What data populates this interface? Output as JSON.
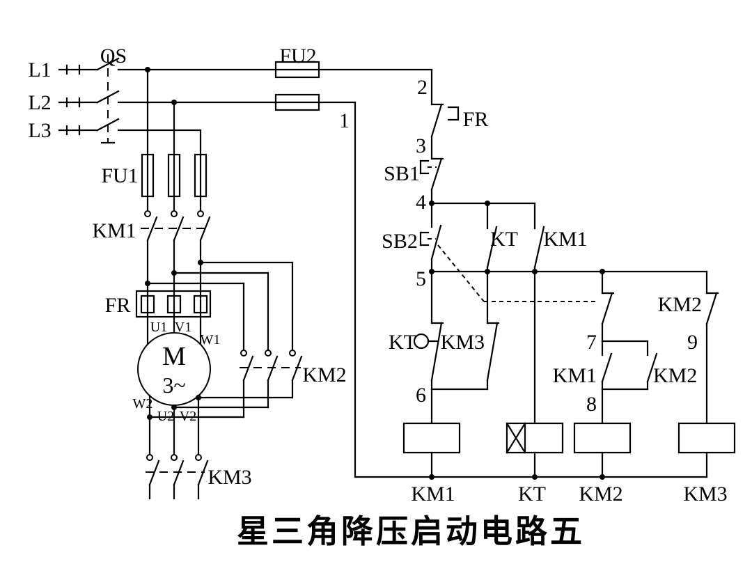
{
  "title": "星三角降压启动电路五",
  "power": {
    "l1": "L1",
    "l2": "L2",
    "l3": "L3",
    "qs": "QS",
    "fu2": "FU2",
    "fu1": "FU1",
    "km1": "KM1",
    "fr": "FR",
    "km2": "KM2",
    "km3": "KM3",
    "motor": {
      "name": "M",
      "phase": "3~",
      "u1": "U1",
      "v1": "V1",
      "w1": "W1",
      "w2": "W2",
      "u2": "U2",
      "v2": "V2"
    }
  },
  "control": {
    "wire1": "1",
    "wire2": "2",
    "wire3": "3",
    "wire4": "4",
    "wire5": "5",
    "wire6": "6",
    "wire7": "7",
    "wire8": "8",
    "wire9": "9",
    "fr": "FR",
    "sb1": "SB1",
    "sb2": "SB2",
    "kt_start": "KT",
    "km1_seal": "KM1",
    "kt_delay": "KT",
    "km3_interlock": "KM3",
    "km1_aux": "KM1",
    "km2_seal": "KM2",
    "km2_interlock": "KM2",
    "coil_km1": "KM1",
    "coil_kt": "KT",
    "coil_km2": "KM2",
    "coil_km3": "KM3"
  }
}
